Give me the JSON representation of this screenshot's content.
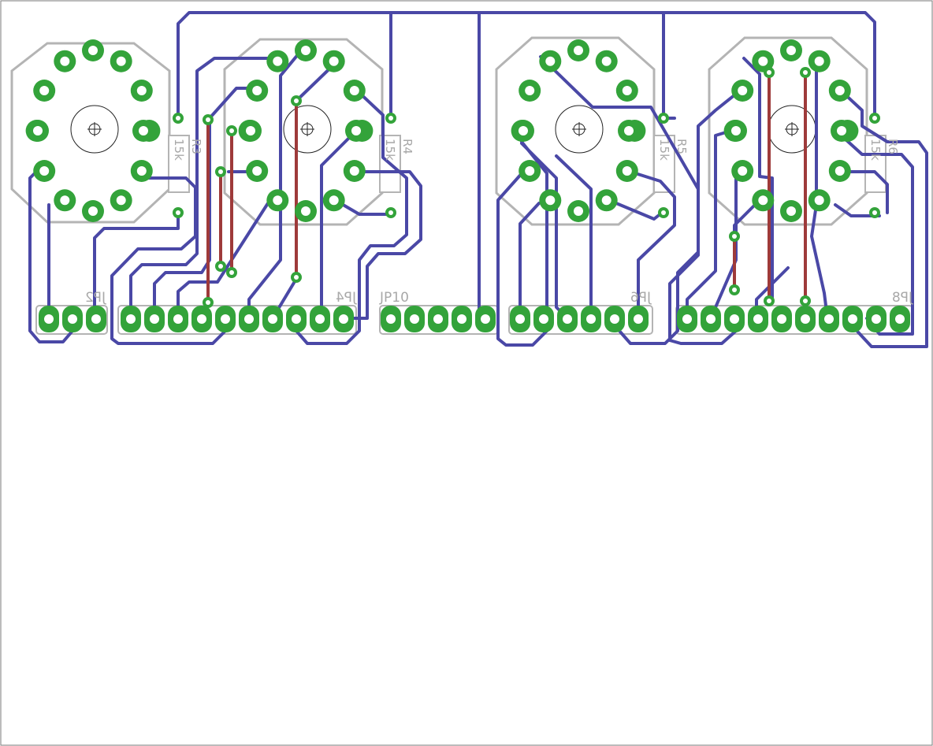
{
  "colors": {
    "background": "#ffffff",
    "frame": "#7a7a7a",
    "outline": "#b4b4b4",
    "pad": "#33a33a",
    "drill": "#ffffff",
    "top_trace": "#4a48a6",
    "bottom_trace": "#9e3a3a"
  },
  "labels": {
    "jp2": "JP2",
    "jp4": "JP4",
    "jp10": "JP10",
    "jp6": "JP6",
    "jp8": "JP8"
  },
  "resistors": [
    {
      "ref": "R3",
      "value": "15k"
    },
    {
      "ref": "R4",
      "value": "15k"
    },
    {
      "ref": "R5",
      "value": "15k"
    },
    {
      "ref": "R6",
      "value": "15k"
    }
  ]
}
